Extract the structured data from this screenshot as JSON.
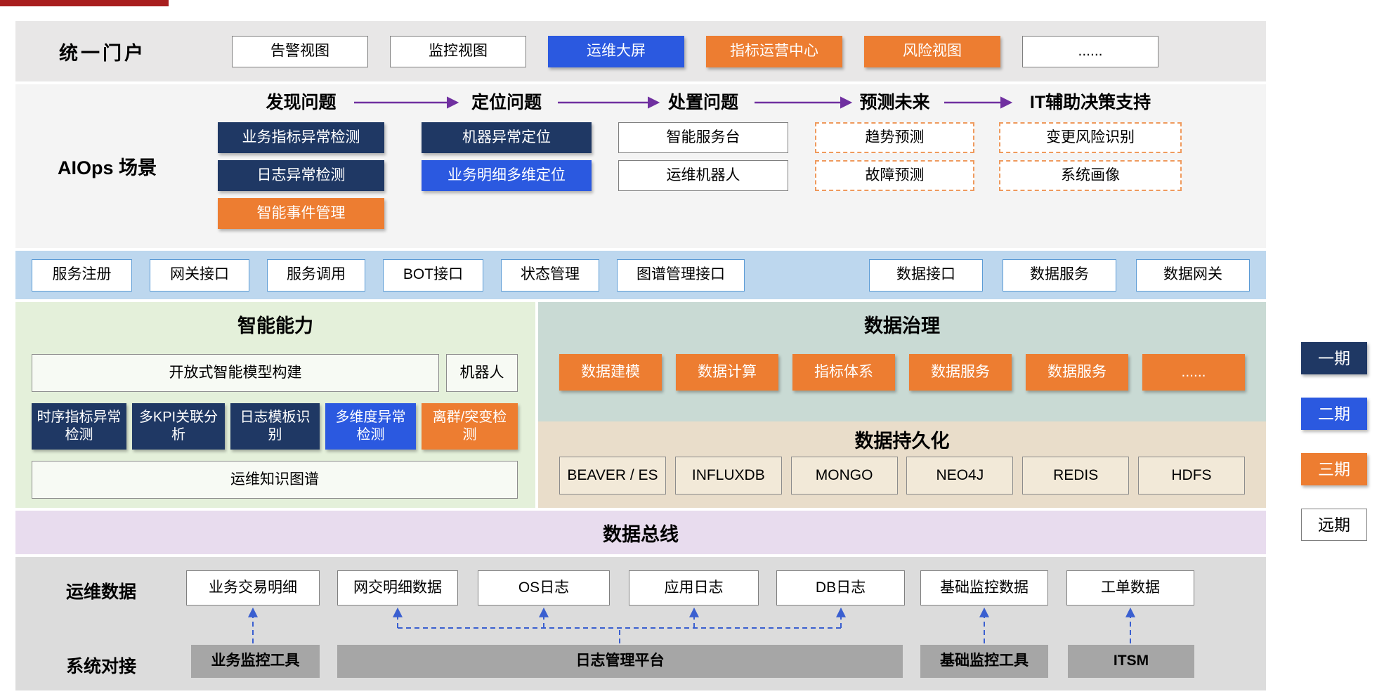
{
  "portal": {
    "title": "统一门户",
    "items": [
      {
        "label": "告警视图",
        "phase": "outline"
      },
      {
        "label": "监控视图",
        "phase": "outline"
      },
      {
        "label": "运维大屏",
        "phase": "blue"
      },
      {
        "label": "指标运营中心",
        "phase": "orange"
      },
      {
        "label": "风险视图",
        "phase": "orange"
      },
      {
        "label": "......",
        "phase": "outline"
      }
    ]
  },
  "scenes": {
    "label": "AIOps 场景",
    "columns": [
      {
        "header": "发现问题",
        "items": [
          {
            "label": "业务指标异常检测",
            "phase": "navy"
          },
          {
            "label": "日志异常检测",
            "phase": "navy"
          },
          {
            "label": "智能事件管理",
            "phase": "orange"
          }
        ]
      },
      {
        "header": "定位问题",
        "items": [
          {
            "label": "机器异常定位",
            "phase": "navy"
          },
          {
            "label": "业务明细多维定位",
            "phase": "blue"
          }
        ]
      },
      {
        "header": "处置问题",
        "items": [
          {
            "label": "智能服务台",
            "phase": "outline"
          },
          {
            "label": "运维机器人",
            "phase": "outline"
          }
        ]
      },
      {
        "header": "预测未来",
        "items": [
          {
            "label": "趋势预测",
            "phase": "dashed"
          },
          {
            "label": "故障预测",
            "phase": "dashed"
          }
        ]
      },
      {
        "header": "IT辅助决策支持",
        "items": [
          {
            "label": "变更风险识别",
            "phase": "dashed"
          },
          {
            "label": "系统画像",
            "phase": "dashed"
          }
        ]
      }
    ]
  },
  "services": {
    "left": [
      "服务注册",
      "网关接口",
      "服务调用",
      "BOT接口",
      "状态管理",
      "图谱管理接口"
    ],
    "right": [
      "数据接口",
      "数据服务",
      "数据网关"
    ]
  },
  "intelligence": {
    "title": "智能能力",
    "model": "开放式智能模型构建",
    "robot": "机器人",
    "algos": [
      {
        "label": "时序指标异常检测",
        "phase": "navy"
      },
      {
        "label": "多KPI关联分析",
        "phase": "navy"
      },
      {
        "label": "日志模板识别",
        "phase": "navy"
      },
      {
        "label": "多维度异常检测",
        "phase": "blue"
      },
      {
        "label": "离群/突变检测",
        "phase": "orange"
      }
    ],
    "knowledge_graph": "运维知识图谱"
  },
  "governance": {
    "title": "数据治理",
    "items": [
      "数据建模",
      "数据计算",
      "指标体系",
      "数据服务",
      "数据服务",
      "......"
    ]
  },
  "persistence": {
    "title": "数据持久化",
    "items": [
      "BEAVER / ES",
      "INFLUXDB",
      "MONGO",
      "NEO4J",
      "REDIS",
      "HDFS"
    ]
  },
  "bus": {
    "title": "数据总线"
  },
  "ops_data": {
    "label": "运维数据",
    "items": [
      "业务交易明细",
      "网交明细数据",
      "OS日志",
      "应用日志",
      "DB日志",
      "基础监控数据",
      "工单数据"
    ]
  },
  "integration": {
    "label": "系统对接",
    "tools": [
      "业务监控工具",
      "日志管理平台",
      "基础监控工具",
      "ITSM"
    ]
  },
  "legend": {
    "items": [
      {
        "label": "一期",
        "phase": "navy"
      },
      {
        "label": "二期",
        "phase": "blue"
      },
      {
        "label": "三期",
        "phase": "orange"
      },
      {
        "label": "远期",
        "phase": "outline"
      }
    ]
  },
  "colors": {
    "phase1_navy": "#1f3864",
    "phase2_blue": "#2b59e0",
    "phase3_orange": "#ed7d31",
    "arrow_purple": "#7030a0",
    "arrow_blue": "#3a5fd0"
  }
}
